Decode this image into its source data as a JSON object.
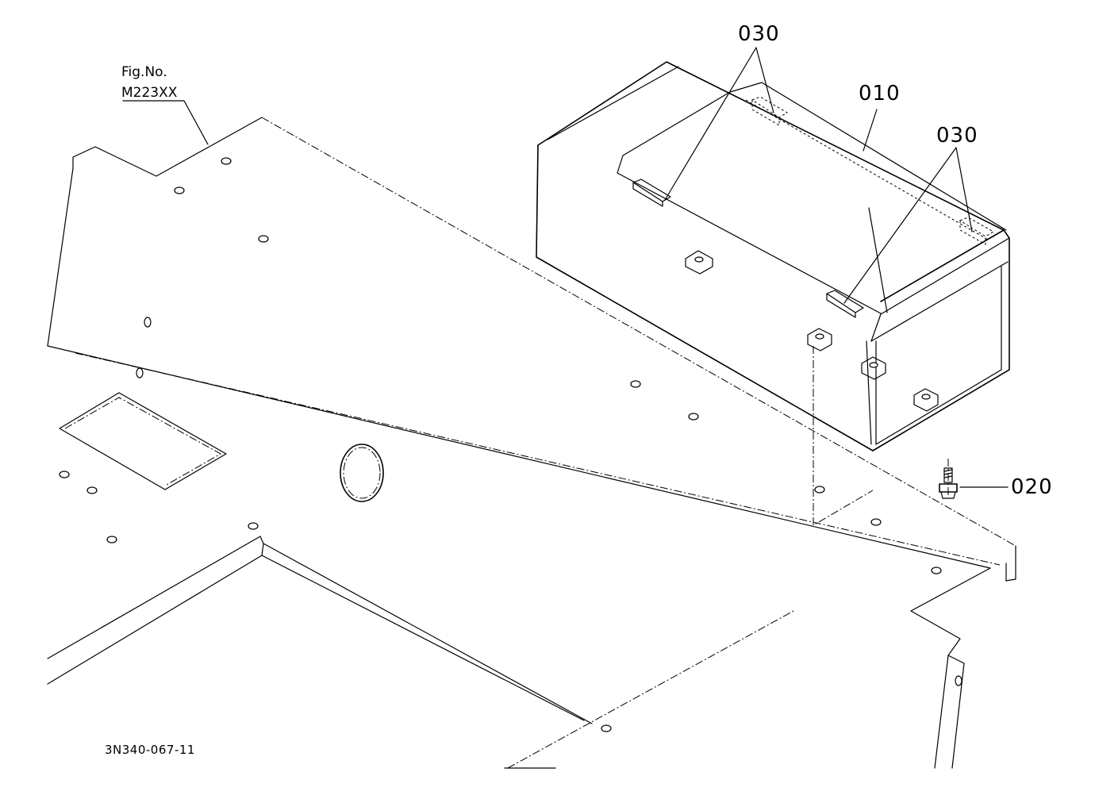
{
  "figure": {
    "fig_no_label": "Fig.No.",
    "fig_no_value": "M223XX",
    "drawing_code": "3N340-067-11"
  },
  "callouts": {
    "part_010": "010",
    "part_020": "020",
    "part_030_left": "030",
    "part_030_right": "030"
  }
}
